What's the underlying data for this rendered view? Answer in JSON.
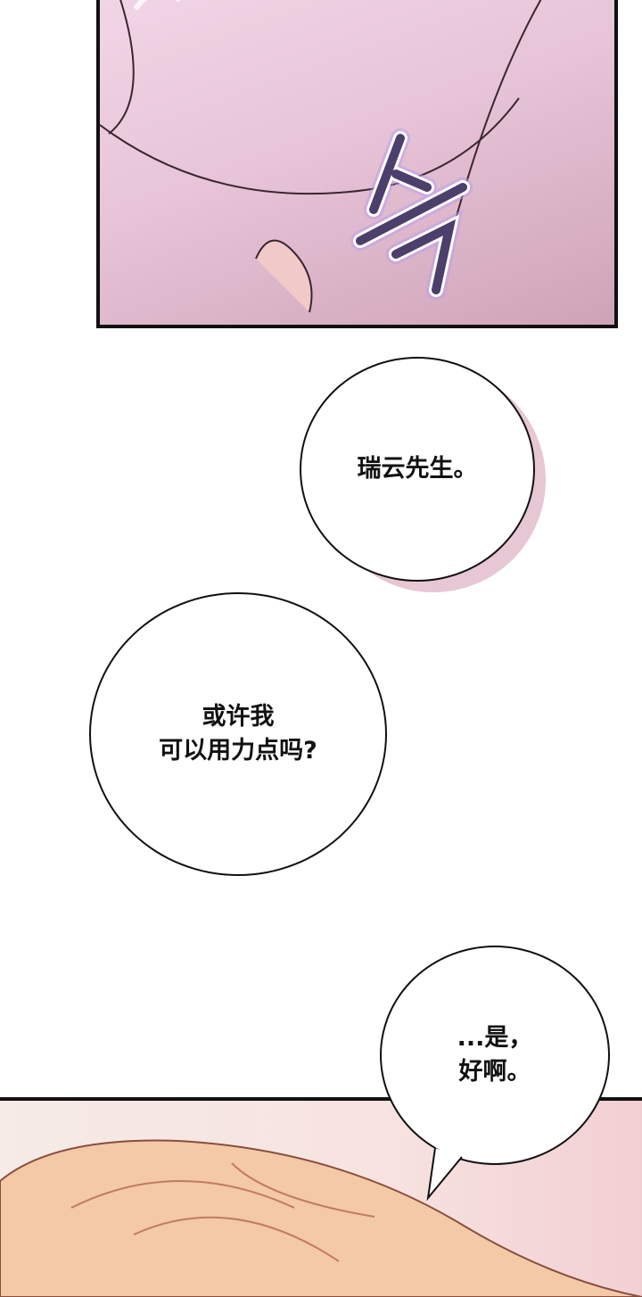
{
  "panels": {
    "top": {
      "sfx": "슥",
      "colors": {
        "skin": "#e7c4d8",
        "sfx": "#4c3f6b",
        "sfx_glow": "#b99cf0"
      }
    },
    "bottom": {
      "colors": {
        "hair": "#f3c9a8",
        "bg": "#f7e3e0"
      }
    }
  },
  "bubbles": [
    {
      "lines": [
        "瑞云先生。"
      ]
    },
    {
      "lines": [
        "或许我",
        "可以用力点吗?"
      ]
    },
    {
      "lines": [
        "...是，",
        "好啊。"
      ]
    }
  ]
}
